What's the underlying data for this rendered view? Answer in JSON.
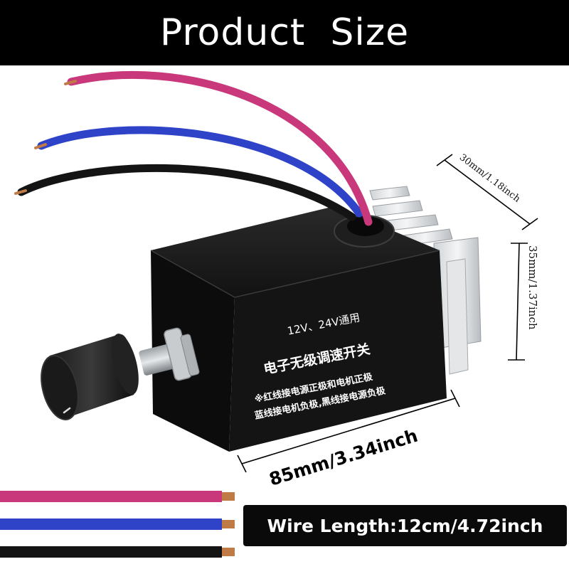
{
  "header": {
    "title": "Product  Size"
  },
  "dimensions": {
    "width_label": "30mm/1.18inch",
    "height_label": "35mm/1.37inch",
    "length_label": "85mm/3.34inch"
  },
  "wire_length": {
    "label": "Wire Length:12cm/4.72inch"
  },
  "device_label": {
    "line1": "12V、24V通用",
    "line2": "电子无级调速开关",
    "line3": "※红线接电源正极和电机正极",
    "line4": "蓝线接电机负极,黑线接电源负极"
  },
  "colors": {
    "red_wire": "#c8387a",
    "blue_wire": "#2f43c9",
    "black_wire": "#141414",
    "copper": "#c07a45",
    "body": "#111111"
  }
}
